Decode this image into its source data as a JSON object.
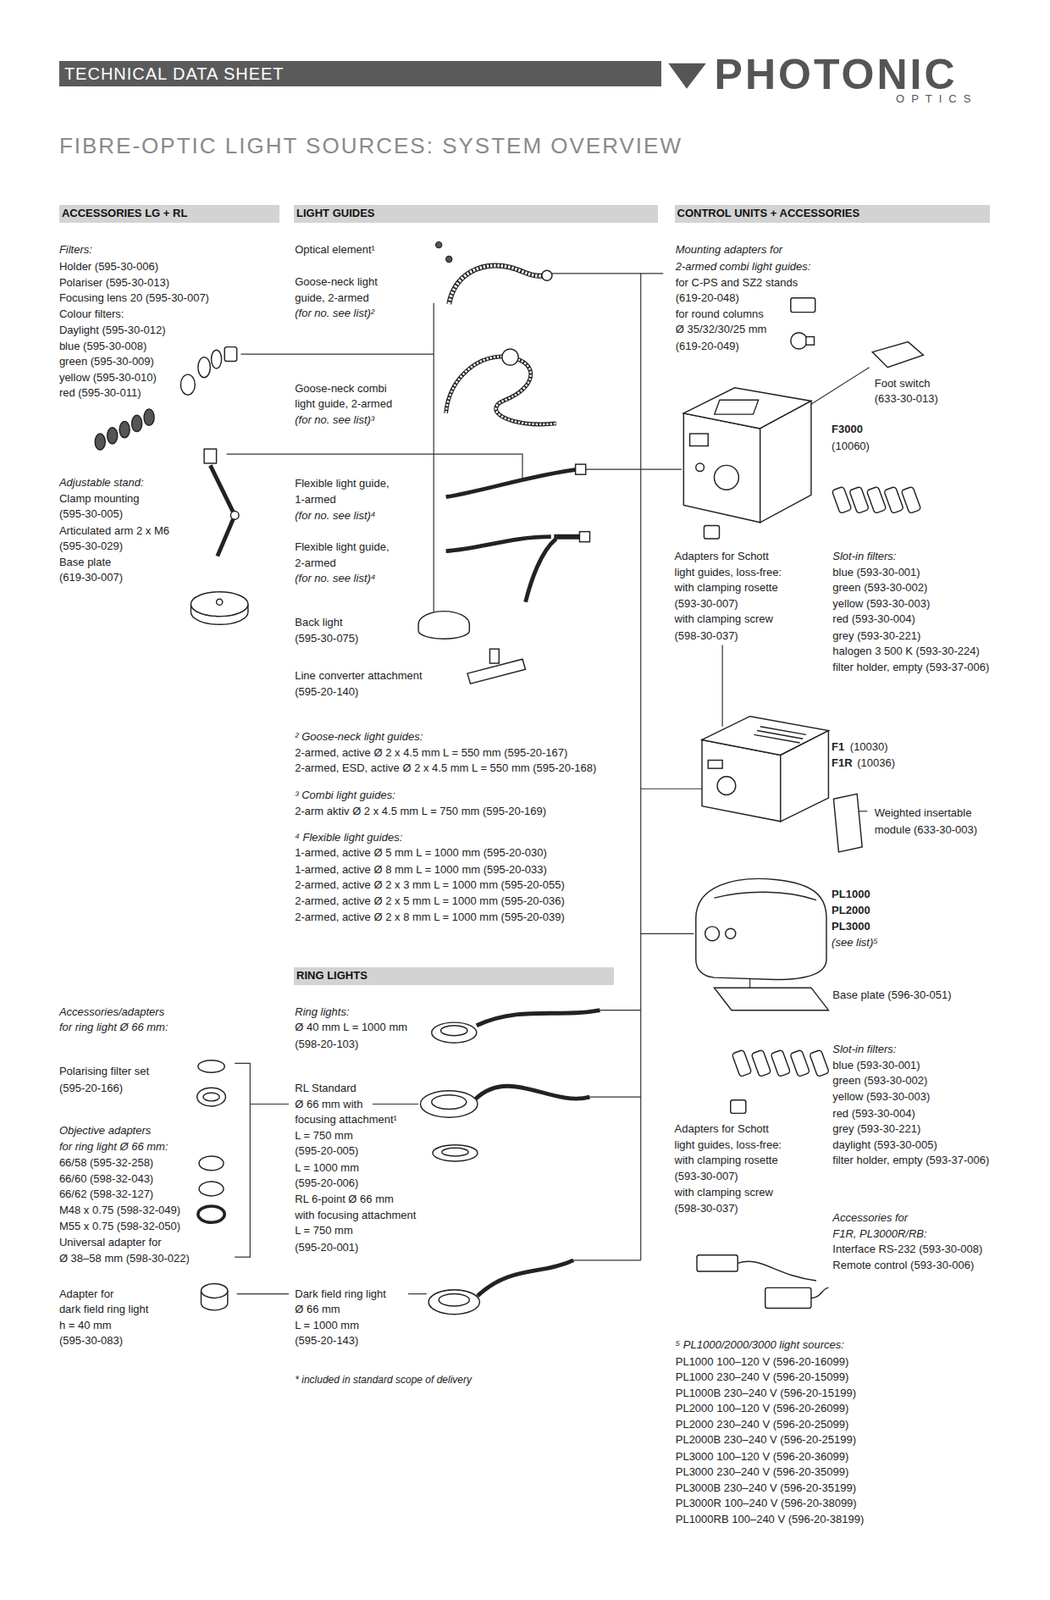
{
  "diagram": {
    "title": "FIBRE-OPTIC LIGHT SOURCES: SYSTEM OVERVIEW",
    "nodes": [
      {
        "text": [
          "TECHNICAL DATA SHEET"
        ]
      },
      {
        "text": [
          "ACCESSORIES LG + RL"
        ]
      },
      {
        "text": [
          "LIGHT GUIDES"
        ]
      },
      {
        "text": [
          "CONTROL UNITS + ACCESSORIES"
        ]
      },
      {
        "text": [
          "RING LIGHTS"
        ]
      }
    ],
    "labels": [
      "PHOTONIC",
      "OPTICS",
      "Filters:",
      "Holder (595-30-006)",
      "Polariser (595-30-013)",
      "Focusing lens 20 (595-30-007)",
      "Colour filters:",
      "Daylight (595-30-012)",
      "blue (595-30-008)",
      "green (595-30-009)",
      "yellow (595-30-010)",
      "red (595-30-011)",
      "Adjustable stand:",
      "Clamp mounting",
      "(595-30-005)",
      "Articulated arm 2 x M6",
      "(595-30-029)",
      "Base plate",
      "(619-30-007)",
      "Optical element¹",
      "Goose-neck light",
      "guide, 2-armed",
      "(for no. see list)²",
      "Goose-neck combi",
      "light guide, 2-armed",
      "(for no. see list)³",
      "Flexible light guide,",
      "1-armed",
      "(for no. see list)⁴",
      "Flexible light guide,",
      "2-armed",
      "(for no. see list)⁴",
      "Back light",
      "(595-30-075)",
      "Line converter attachment",
      "(595-20-140)",
      "² Goose-neck light guides:",
      "2-armed, active Ø 2 x 4.5 mm L = 550 mm (595-20-167)",
      "2-armed, ESD, active Ø 2 x 4.5 mm L = 550 mm (595-20-168)",
      "³ Combi light guides:",
      "2-arm aktiv Ø 2 x 4.5 mm L = 750 mm (595-20-169)",
      "⁴ Flexible light guides:",
      "1-armed, active Ø 5 mm L = 1000 mm (595-20-030)",
      "1-armed, active Ø 8 mm L = 1000 mm (595-20-033)",
      "2-armed, active Ø 2 x 3 mm L = 1000 mm (595-20-055)",
      "2-armed, active Ø 2 x 5 mm L = 1000 mm (595-20-036)",
      "2-armed, active Ø 2 x 8 mm L = 1000 mm (595-20-039)",
      "Ring lights:",
      "Ø 40 mm L = 1000 mm",
      "(598-20-103)",
      "RL Standard",
      "Ø 66 mm with",
      "focusing attachment¹",
      "L = 750 mm",
      "(595-20-005)",
      "L = 1000 mm",
      "(595-20-006)",
      "RL 6-point Ø 66 mm",
      "with focusing attachment",
      "L = 750 mm",
      "(595-20-001)",
      "Dark field ring light",
      "Ø 66 mm",
      "L = 1000 mm",
      "(595-20-143)",
      "* included in standard scope of delivery",
      "Accessories/adapters",
      "for ring light Ø 66 mm:",
      "Polarising filter set",
      "(595-20-166)",
      "Objective adapters",
      "for ring light Ø 66 mm:",
      "66/58 (595-32-258)",
      "66/60 (598-32-043)",
      "66/62 (598-32-127)",
      "M48 x 0.75 (598-32-049)",
      "M55 x 0.75 (598-32-050)",
      "Universal adapter for",
      "Ø 38–58 mm (598-30-022)",
      "Adapter for",
      "dark field ring light",
      "h = 40 mm",
      "(595-30-083)",
      "Mounting adapters for",
      "2-armed combi light guides:",
      "for C-PS and SZ2 stands",
      "(619-20-048)",
      "for round columns",
      "Ø 35/32/30/25 mm",
      "(619-20-049)",
      "Foot switch",
      "(633-30-013)",
      "F3000",
      "(10060)",
      "Adapters for Schott",
      "light guides, loss-free:",
      "with clamping rosette",
      "(593-30-007)",
      "with clamping screw",
      "(598-30-037)",
      "Slot-in filters:",
      "blue (593-30-001)",
      "green (593-30-002)",
      "yellow (593-30-003)",
      "red (593-30-004)",
      "grey (593-30-221)",
      "halogen 3 500 K (593-30-224)",
      "filter holder, empty (593-37-006)",
      "F1",
      "(10030)",
      "F1R",
      "(10036)",
      "Weighted insertable",
      "module (633-30-003)",
      "PL1000",
      "PL2000",
      "PL3000",
      "(see list)⁵",
      "Base plate (596-30-051)",
      "Slot-in filters:",
      "blue (593-30-001)",
      "green (593-30-002)",
      "yellow (593-30-003)",
      "red (593-30-004)",
      "grey (593-30-221)",
      "daylight (593-30-005)",
      "filter holder, empty (593-37-006)",
      "Adapters for Schott",
      "light guides, loss-free:",
      "with clamping rosette",
      "(593-30-007)",
      "with clamping screw",
      "(598-30-037)",
      "Accessories for",
      "F1R, PL3000R/RB:",
      "Interface RS-232 (593-30-008)",
      "Remote control (593-30-006)",
      "⁵ PL1000/2000/3000 light sources:",
      "PL1000 100–120 V (596-20-16099)",
      "PL1000 230–240 V (596-20-15099)",
      "PL1000B 230–240 V (596-20-15199)",
      "PL2000 100–120 V (596-20-26099)",
      "PL2000 230–240 V (596-20-25099)",
      "PL2000B 230–240 V (596-20-25199)",
      "PL3000 100–120 V (596-20-36099)",
      "PL3000 230–240 V (596-20-35099)",
      "PL3000B 230–240 V (596-20-35199)",
      "PL3000R 100–240 V (596-20-38099)",
      "PL1000RB 100–240 V (596-20-38199)"
    ]
  }
}
